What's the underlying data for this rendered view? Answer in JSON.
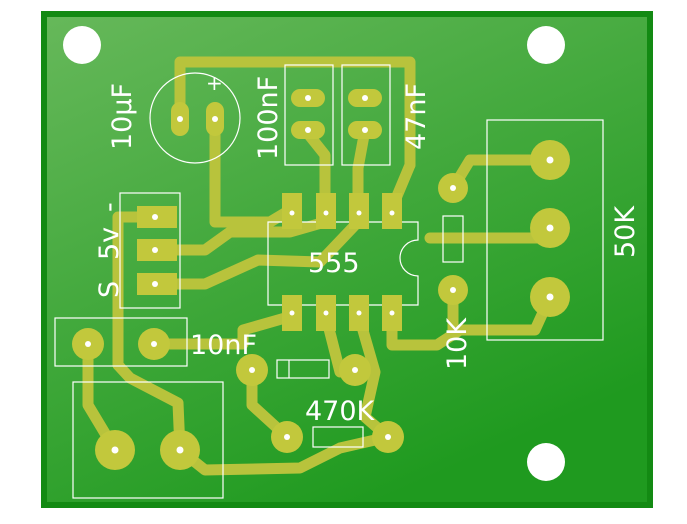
{
  "labels": {
    "c_10uF": "10µF",
    "c_100nF": "100nF",
    "c_47nF": "47nF",
    "ic": "555",
    "pot": "50K",
    "r_10K": "10K",
    "c_10nF": "10nF",
    "r_470K": "470K",
    "pin_minus": "-",
    "pin_5v": "5v",
    "pin_s": "S",
    "polarity_plus": "+"
  },
  "colors": {
    "board_border": "#138a13",
    "board_dark": "#1f9a1f",
    "board_light": "#66b85a",
    "trace": "#b8c33c",
    "pad": "#c2c83c",
    "drill": "#ffffff",
    "silk": "#ffffff",
    "mounting_hole": "#ffffff"
  }
}
